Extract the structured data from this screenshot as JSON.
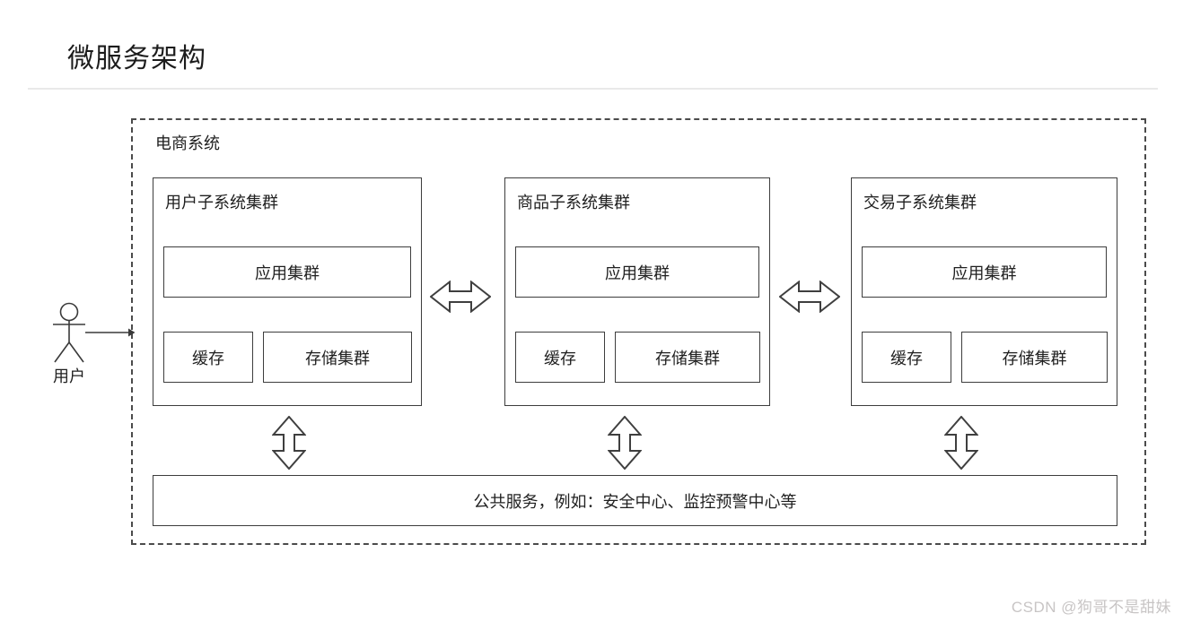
{
  "page": {
    "title": "微服务架构",
    "watermark": "CSDN @狗哥不是甜妹"
  },
  "diagram": {
    "container_label": "电商系统",
    "actor_label": "用户",
    "subsystems": [
      {
        "title": "用户子系统集群",
        "app_label": "应用集群",
        "cache_label": "缓存",
        "storage_label": "存储集群"
      },
      {
        "title": "商品子系统集群",
        "app_label": "应用集群",
        "cache_label": "缓存",
        "storage_label": "存储集群"
      },
      {
        "title": "交易子系统集群",
        "app_label": "应用集群",
        "cache_label": "缓存",
        "storage_label": "存储集群"
      }
    ],
    "shared_services": "公共服务，例如：安全中心、监控预警中心等",
    "icons": {
      "actor": "stick-figure-icon",
      "subsystem_link": "hollow-double-arrow-horizontal-icon",
      "shared_link": "hollow-double-arrow-vertical-icon",
      "user_flow": "arrow-right-icon"
    },
    "colors": {
      "background": "#ffffff",
      "line": "#3d3d3d",
      "dashed_border": "#4b4b4b",
      "divider": "#e9e9e9",
      "text": "#1f1f1f",
      "watermark": "#c8c5c5"
    }
  }
}
